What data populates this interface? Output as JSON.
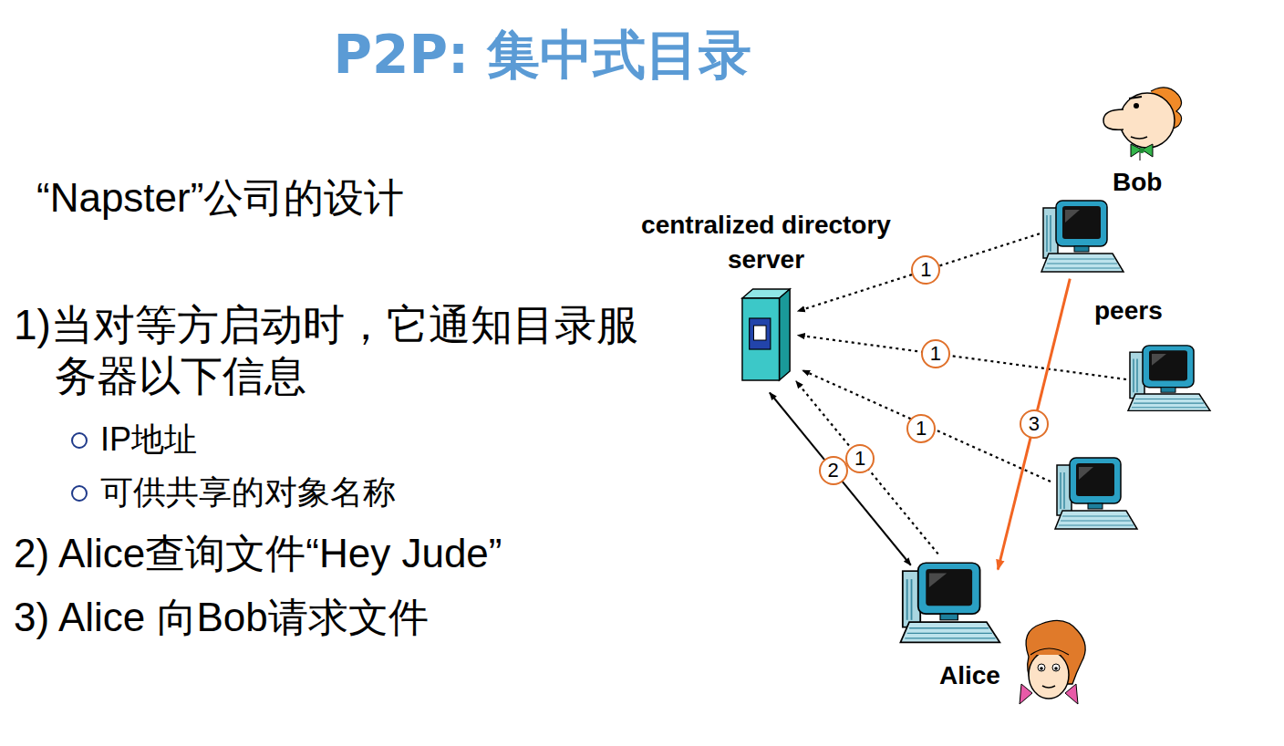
{
  "diagram": {
    "title": "P2P: 集中式目录",
    "nodes": [
      {
        "text": [
          "centralized directory server"
        ]
      },
      {
        "text": [
          "Bob"
        ]
      },
      {
        "text": [
          "peers"
        ]
      },
      {
        "text": [
          "Alice"
        ]
      }
    ],
    "edges": [
      {
        "from": 1,
        "to": 0,
        "arrow": "to",
        "label": "1"
      },
      {
        "from": 2,
        "to": 0,
        "arrow": "to",
        "label": "1"
      },
      {
        "from": 3,
        "to": 0,
        "arrow": "to",
        "label": "1"
      },
      {
        "from": 3,
        "to": 0,
        "arrow": "both",
        "label": "2"
      },
      {
        "from": 1,
        "to": 3,
        "arrow": "to",
        "label": "3"
      }
    ],
    "labels": [
      "“Napster”公司的设计",
      "1)当对等方启动时，它通知目录服务器以下信息",
      "IP地址",
      "可供共享的对象名称",
      "2) Alice查询文件“Hey Jude”",
      "3) Alice 向Bob请求文件",
      "1"
    ]
  }
}
